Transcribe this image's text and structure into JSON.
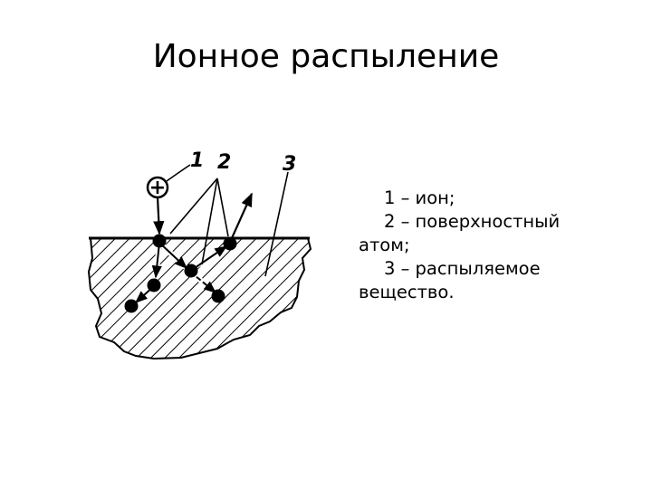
{
  "slide": {
    "title": "Ионное распыление"
  },
  "figure": {
    "labels": [
      "1",
      "2",
      "3"
    ],
    "ion_symbol": "+"
  },
  "legend": {
    "item1": "1 – ион;",
    "item2_line1": "2 – поверхностный",
    "item2_line2": "атом;",
    "item3_line1": "3 – распыляемое",
    "item3_line2": "вещество."
  }
}
